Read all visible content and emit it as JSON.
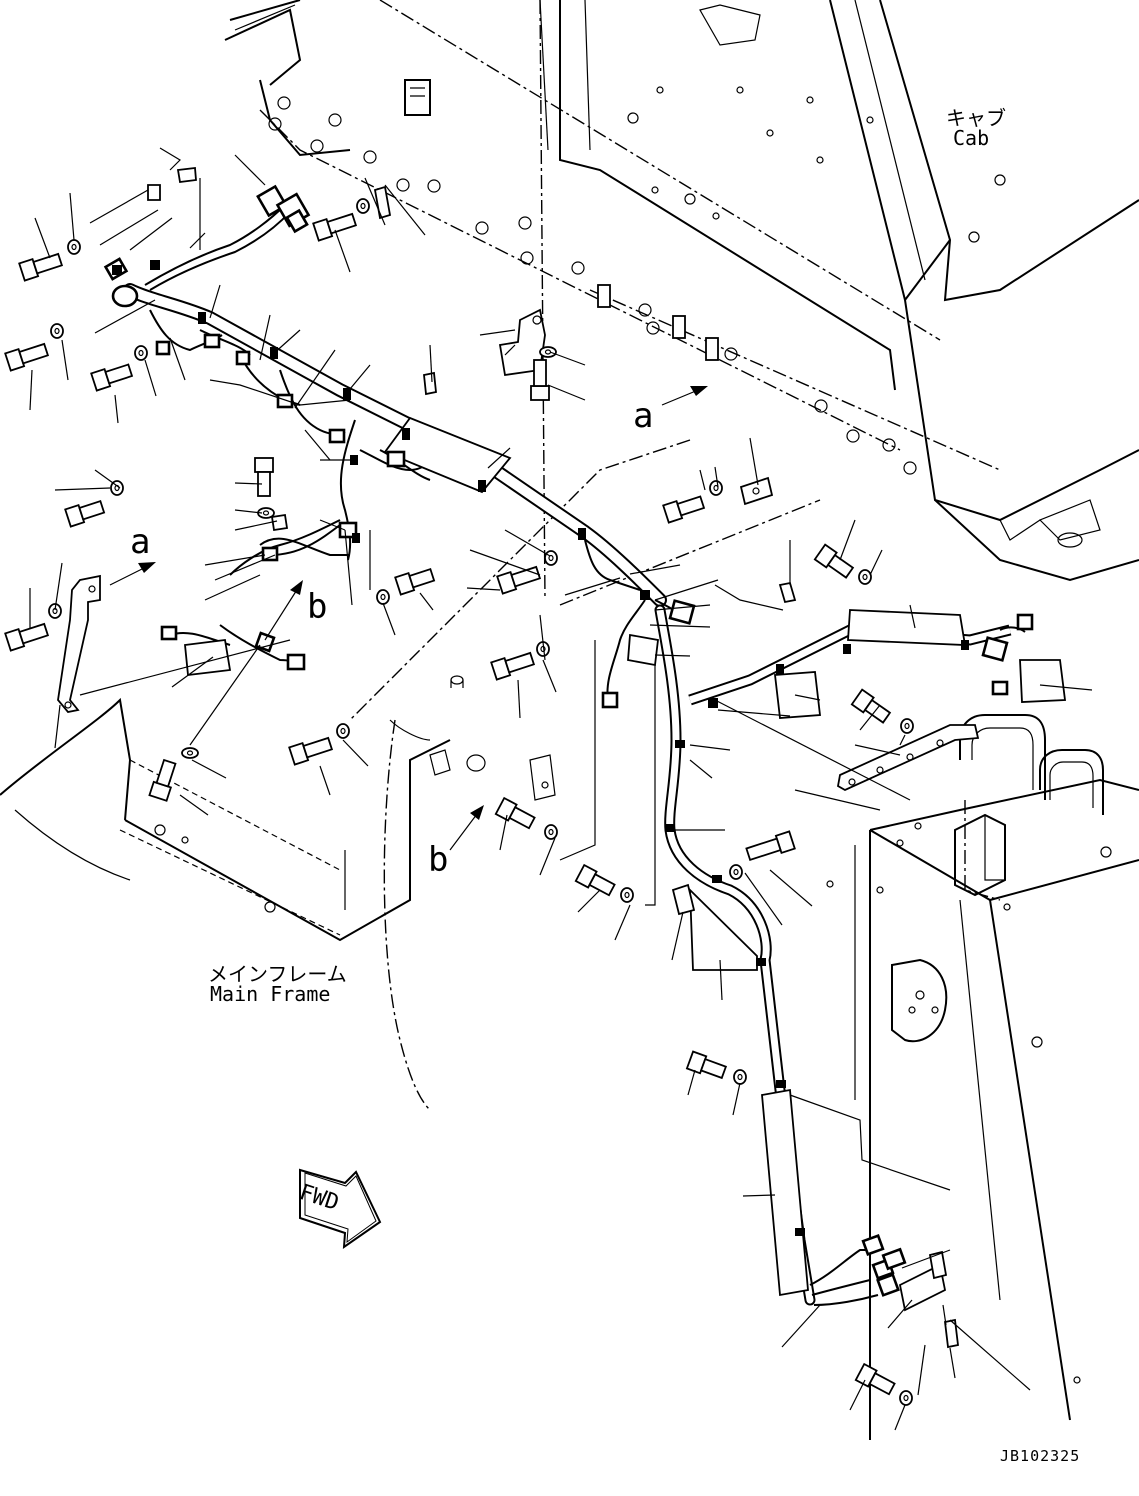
{
  "labels": {
    "cab_jp": "キャブ",
    "cab_en": "Cab",
    "main_frame_jp": "メインフレーム",
    "main_frame_en": "Main Frame",
    "fwd": "FWD",
    "view_a": "a",
    "view_b": "b",
    "drawing_id": "JB102325"
  },
  "icons": {
    "forward_arrow": "fwd-arrow-icon"
  }
}
